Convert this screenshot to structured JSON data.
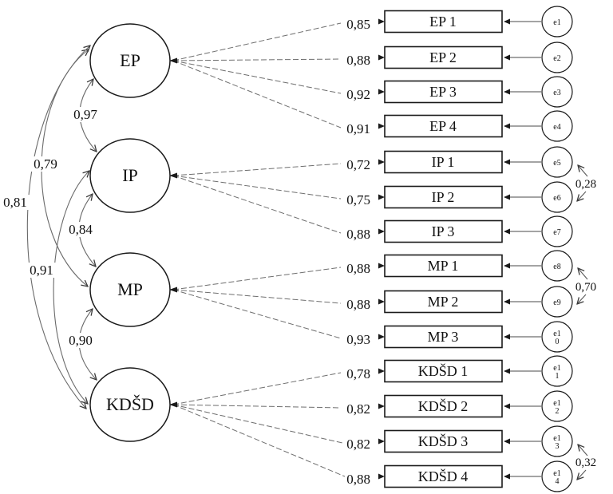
{
  "diagram": {
    "type": "confirmatory-factor-analysis-path-diagram",
    "latents": [
      {
        "label": "EP"
      },
      {
        "label": "IP"
      },
      {
        "label": "MP"
      },
      {
        "label": "KDŠD"
      }
    ],
    "factor_covariances": [
      {
        "pair": "EP-IP",
        "value": "0,97"
      },
      {
        "pair": "IP-MP",
        "value": "0,84"
      },
      {
        "pair": "MP-KDŠD",
        "value": "0,90"
      },
      {
        "pair": "EP-MP",
        "value": "0,79"
      },
      {
        "pair": "IP-KDŠD",
        "value": "0,91"
      },
      {
        "pair": "EP-KDŠD",
        "value": "0,81"
      }
    ],
    "indicators": [
      {
        "label": "EP 1",
        "loading": "0,85",
        "error_line1": "e1",
        "error_line2": ""
      },
      {
        "label": "EP 2",
        "loading": "0,88",
        "error_line1": "e2",
        "error_line2": ""
      },
      {
        "label": "EP 3",
        "loading": "0,92",
        "error_line1": "e3",
        "error_line2": ""
      },
      {
        "label": "EP 4",
        "loading": "0,91",
        "error_line1": "e4",
        "error_line2": ""
      },
      {
        "label": "IP 1",
        "loading": "0,72",
        "error_line1": "e5",
        "error_line2": ""
      },
      {
        "label": "IP 2",
        "loading": "0,75",
        "error_line1": "e6",
        "error_line2": ""
      },
      {
        "label": "IP 3",
        "loading": "0,88",
        "error_line1": "e7",
        "error_line2": ""
      },
      {
        "label": "MP 1",
        "loading": "0,88",
        "error_line1": "e8",
        "error_line2": ""
      },
      {
        "label": "MP 2",
        "loading": "0,88",
        "error_line1": "e9",
        "error_line2": ""
      },
      {
        "label": "MP 3",
        "loading": "0,93",
        "error_line1": "e1",
        "error_line2": "0"
      },
      {
        "label": "KDŠD 1",
        "loading": "0,78",
        "error_line1": "e1",
        "error_line2": "1"
      },
      {
        "label": "KDŠD 2",
        "loading": "0,82",
        "error_line1": "e1",
        "error_line2": "2"
      },
      {
        "label": "KDŠD 3",
        "loading": "0,82",
        "error_line1": "e1",
        "error_line2": "3"
      },
      {
        "label": "KDŠD 4",
        "loading": "0,88",
        "error_line1": "e1",
        "error_line2": "4"
      }
    ],
    "error_covariances": [
      {
        "pair": "e5-e6",
        "value": "0,28"
      },
      {
        "pair": "e8-e9",
        "value": "0,70"
      },
      {
        "pair": "e13-e14",
        "value": "0,32"
      }
    ]
  }
}
